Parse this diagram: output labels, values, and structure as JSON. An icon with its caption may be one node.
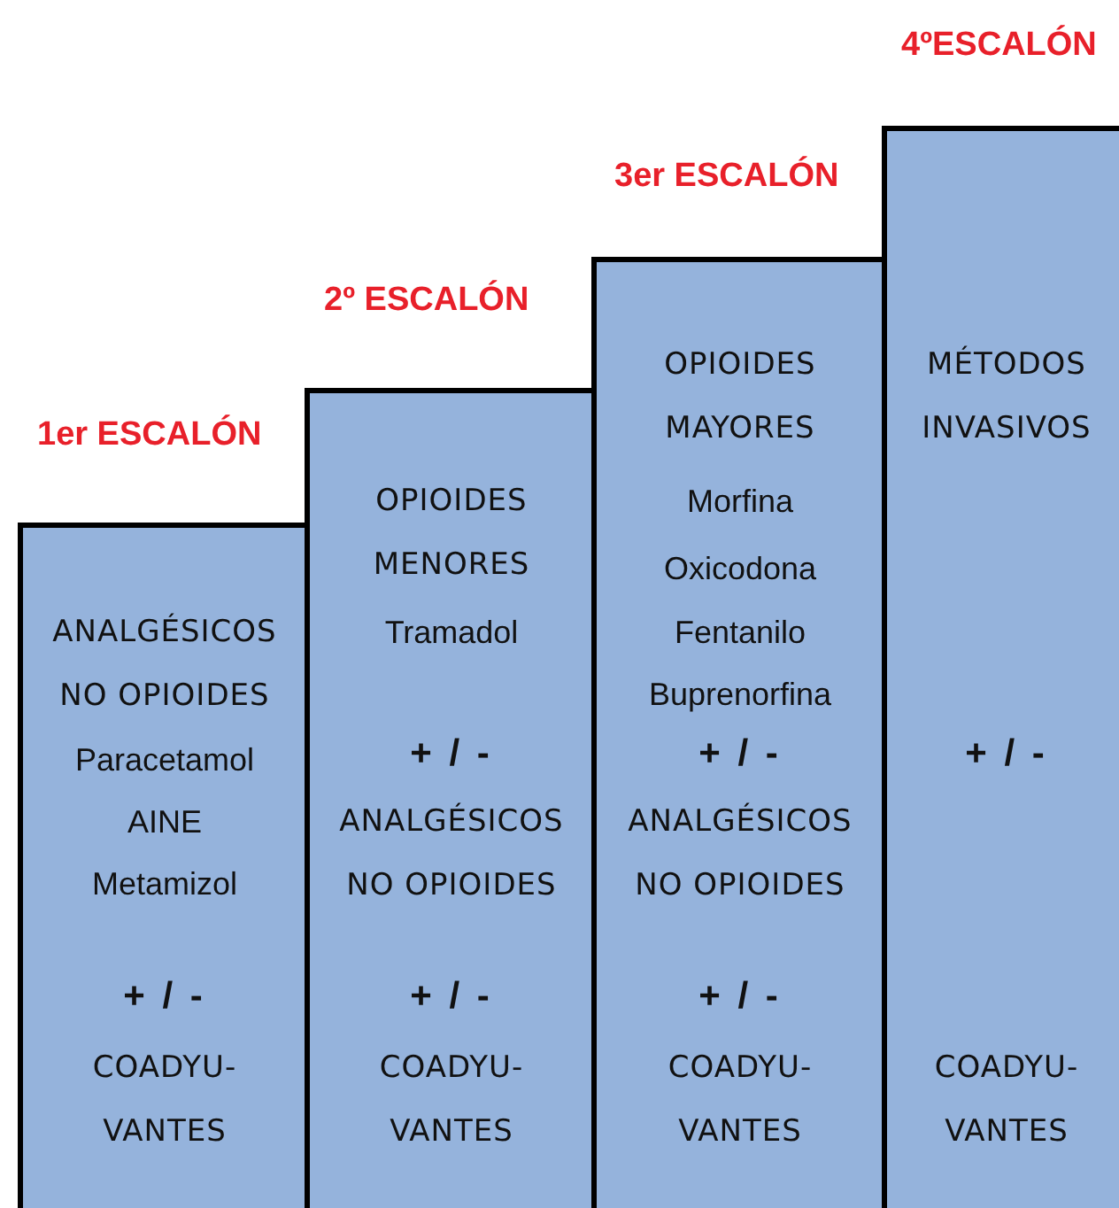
{
  "diagram": {
    "nodes": [
      {
        "text": [
          "1er ESCALÓN",
          "ANALGÉSICOS NO OPIOIDES",
          "Paracetamol",
          "AINE",
          "Metamizol",
          "+ / -",
          "COADYU- VANTES"
        ]
      },
      {
        "text": [
          "2º ESCALÓN",
          "OPIOIDES MENORES",
          "Tramadol",
          "+ / -",
          "ANALGÉSICOS NO OPIOIDES",
          "+ / -",
          "COADYU- VANTES"
        ]
      },
      {
        "text": [
          "3er ESCALÓN",
          "OPIOIDES MAYORES",
          "Morfina",
          "Oxicodona",
          "Fentanilo",
          "Buprenorfina",
          "+ / -",
          "ANALGÉSICOS NO OPIOIDES",
          "+ / -",
          "COADYU- VANTES"
        ]
      },
      {
        "text": [
          "4ºESCALÓN",
          "MÉTODOS INVASIVOS",
          "+ / -",
          "COADYU- VANTES"
        ]
      }
    ]
  }
}
